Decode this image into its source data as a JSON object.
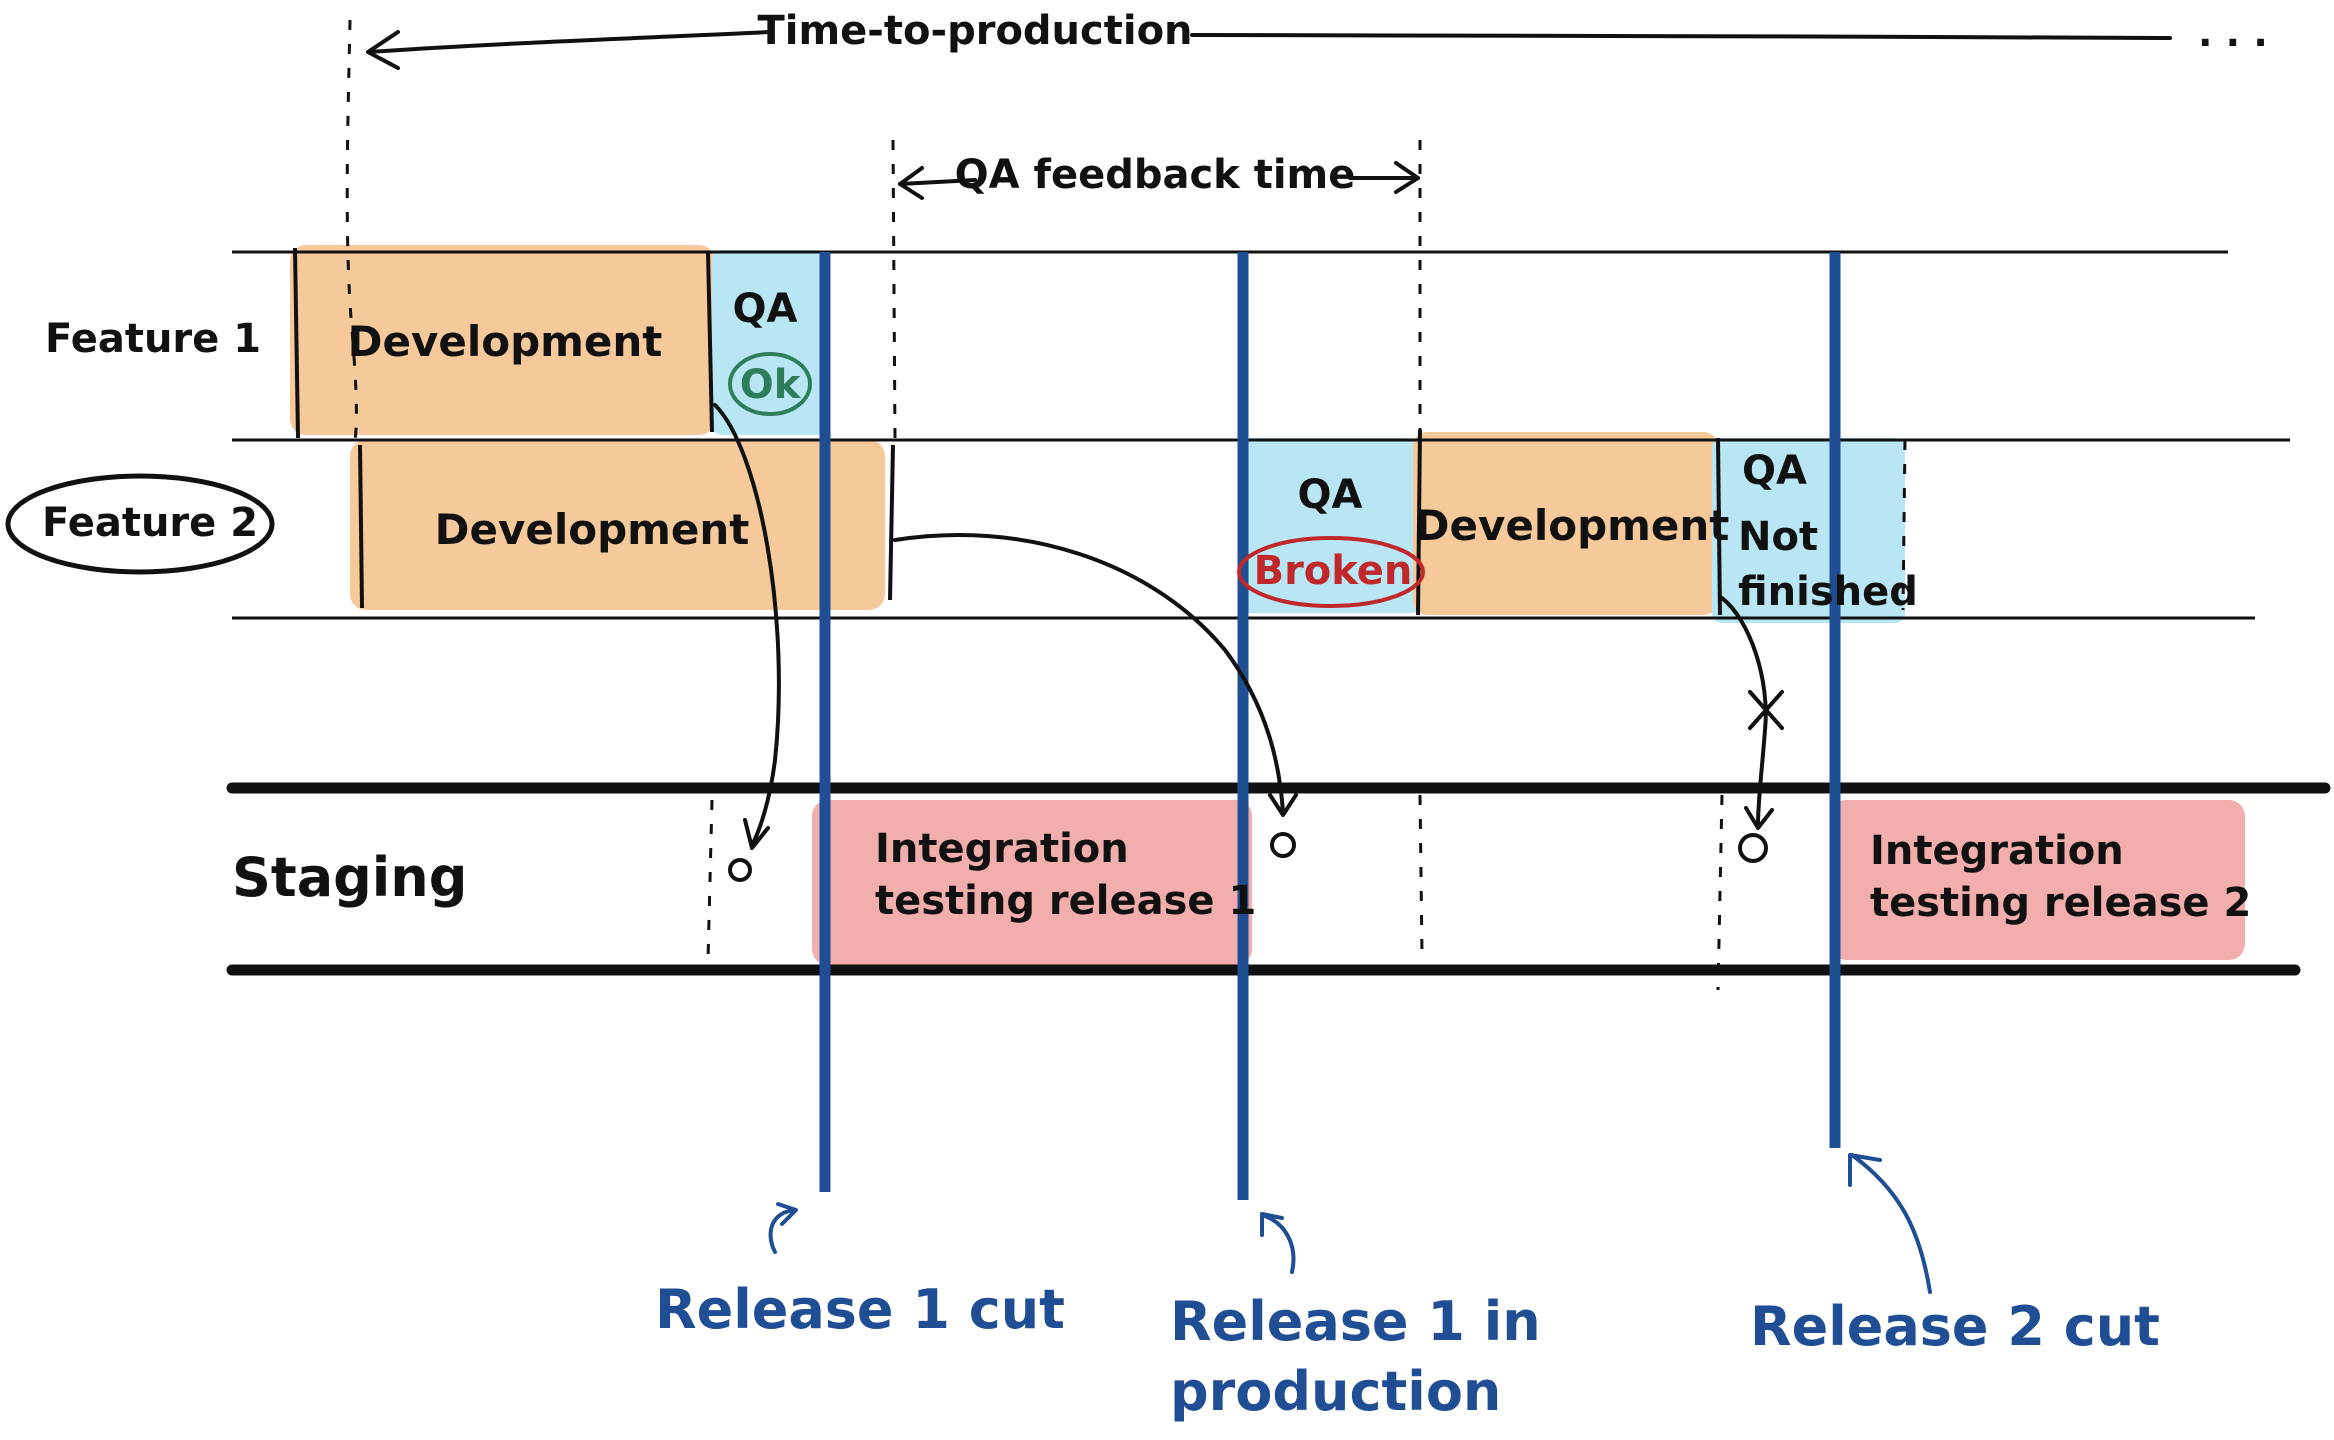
{
  "title": "Time-to-production",
  "qa_feedback_label": "QA feedback time",
  "rows": {
    "feature1": "Feature 1",
    "feature2": "Feature 2",
    "staging": "Staging"
  },
  "blocks": {
    "f1_development": "Development",
    "f1_qa": "QA",
    "f1_qa_status": "Ok",
    "f2_development": "Development",
    "f2_qa1": "QA",
    "f2_qa1_status": "Broken",
    "f2_development2": "Development",
    "f2_qa2": "QA",
    "f2_qa2_status_line1": "Not",
    "f2_qa2_status_line2": "finished",
    "integration1_line1": "Integration",
    "integration1_line2": "testing release 1",
    "integration2_line1": "Integration",
    "integration2_line2": "testing release 2"
  },
  "releases": {
    "release1_cut": "Release 1 cut",
    "release1_prod_line1": "Release 1 in",
    "release1_prod_line2": "production",
    "release2_cut": "Release 2 cut"
  },
  "colors": {
    "development": "#f6c99a",
    "qa": "#b8e6f5",
    "integration": "#f2adad",
    "release": "#1f4e94",
    "ok": "#2e7d5b",
    "broken": "#c0282a"
  }
}
